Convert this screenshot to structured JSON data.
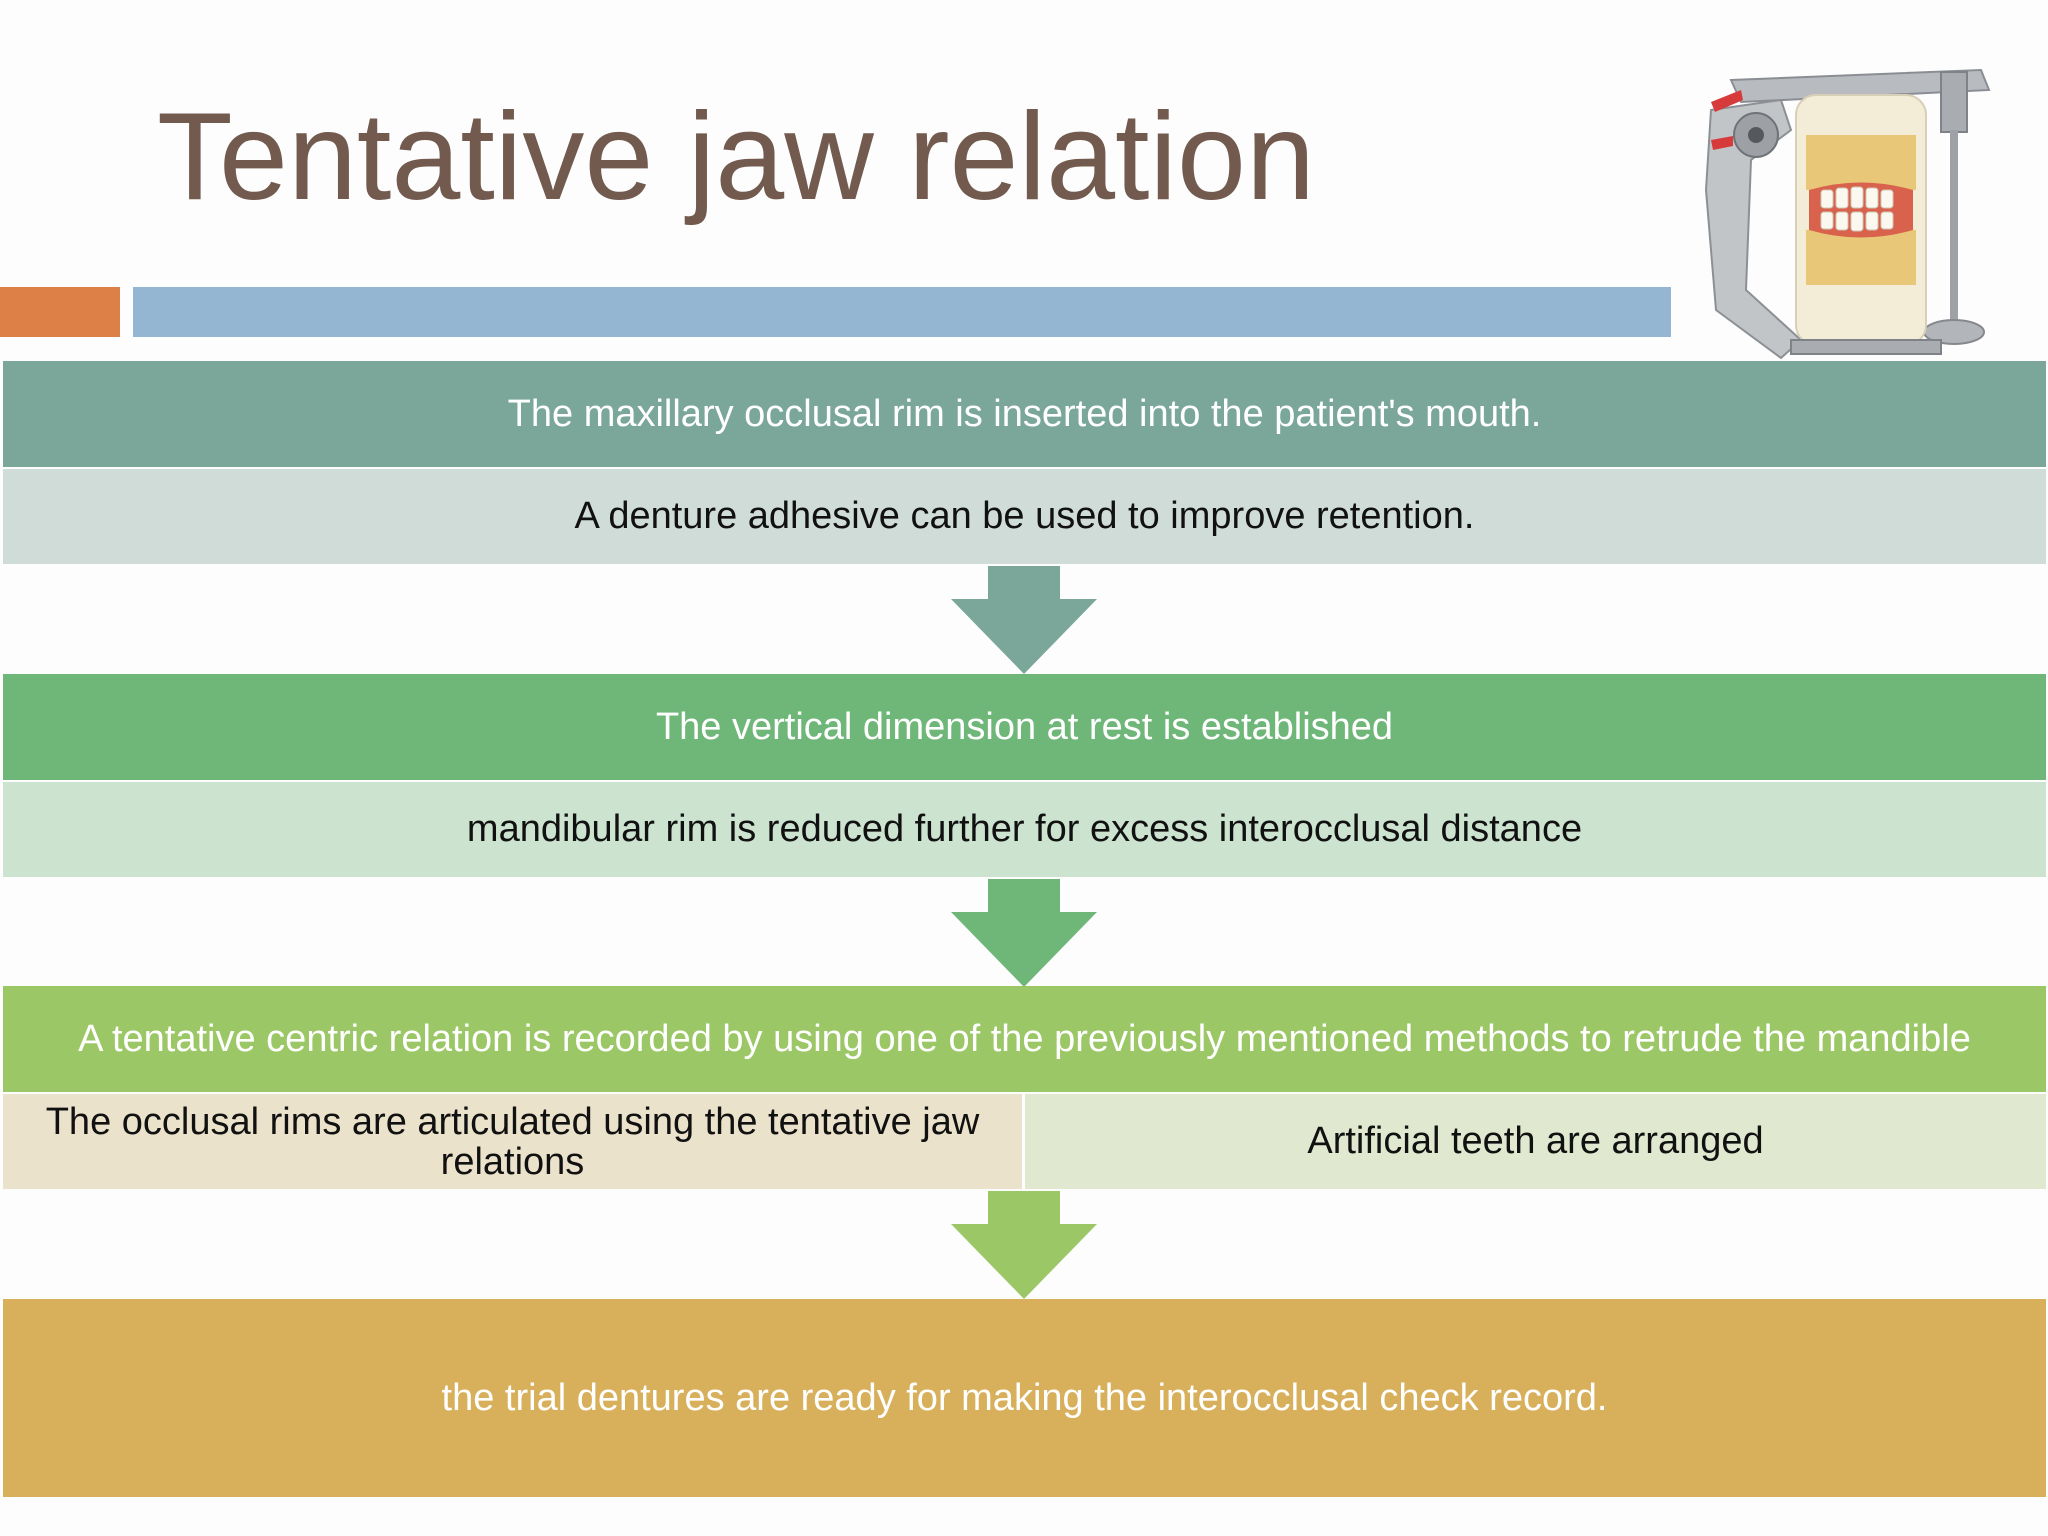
{
  "title": "Tentative jaw relation",
  "colors": {
    "accent_orange": "#dd8047",
    "accent_blue": "#94b6d2",
    "step1": "#7ba79a",
    "step2": "#6fb778",
    "step3": "#9cc766",
    "final": "#d8b05c"
  },
  "image": {
    "icon": "articulator-with-dentures-photo"
  },
  "steps": [
    {
      "header": "The maxillary occlusal rim is inserted into the patient's mouth.",
      "detail": "A denture adhesive can be used to improve retention."
    },
    {
      "header": "The vertical dimension at rest is established",
      "detail": "mandibular rim is reduced further for excess interocclusal distance"
    },
    {
      "header": "A tentative centric relation is recorded by using one of the previously mentioned methods to retrude the mandible",
      "detail_left": "The occlusal rims are articulated using the tentative jaw relations",
      "detail_right": "Artificial teeth are arranged"
    }
  ],
  "final": "the trial dentures are ready for making the interocclusal check record."
}
